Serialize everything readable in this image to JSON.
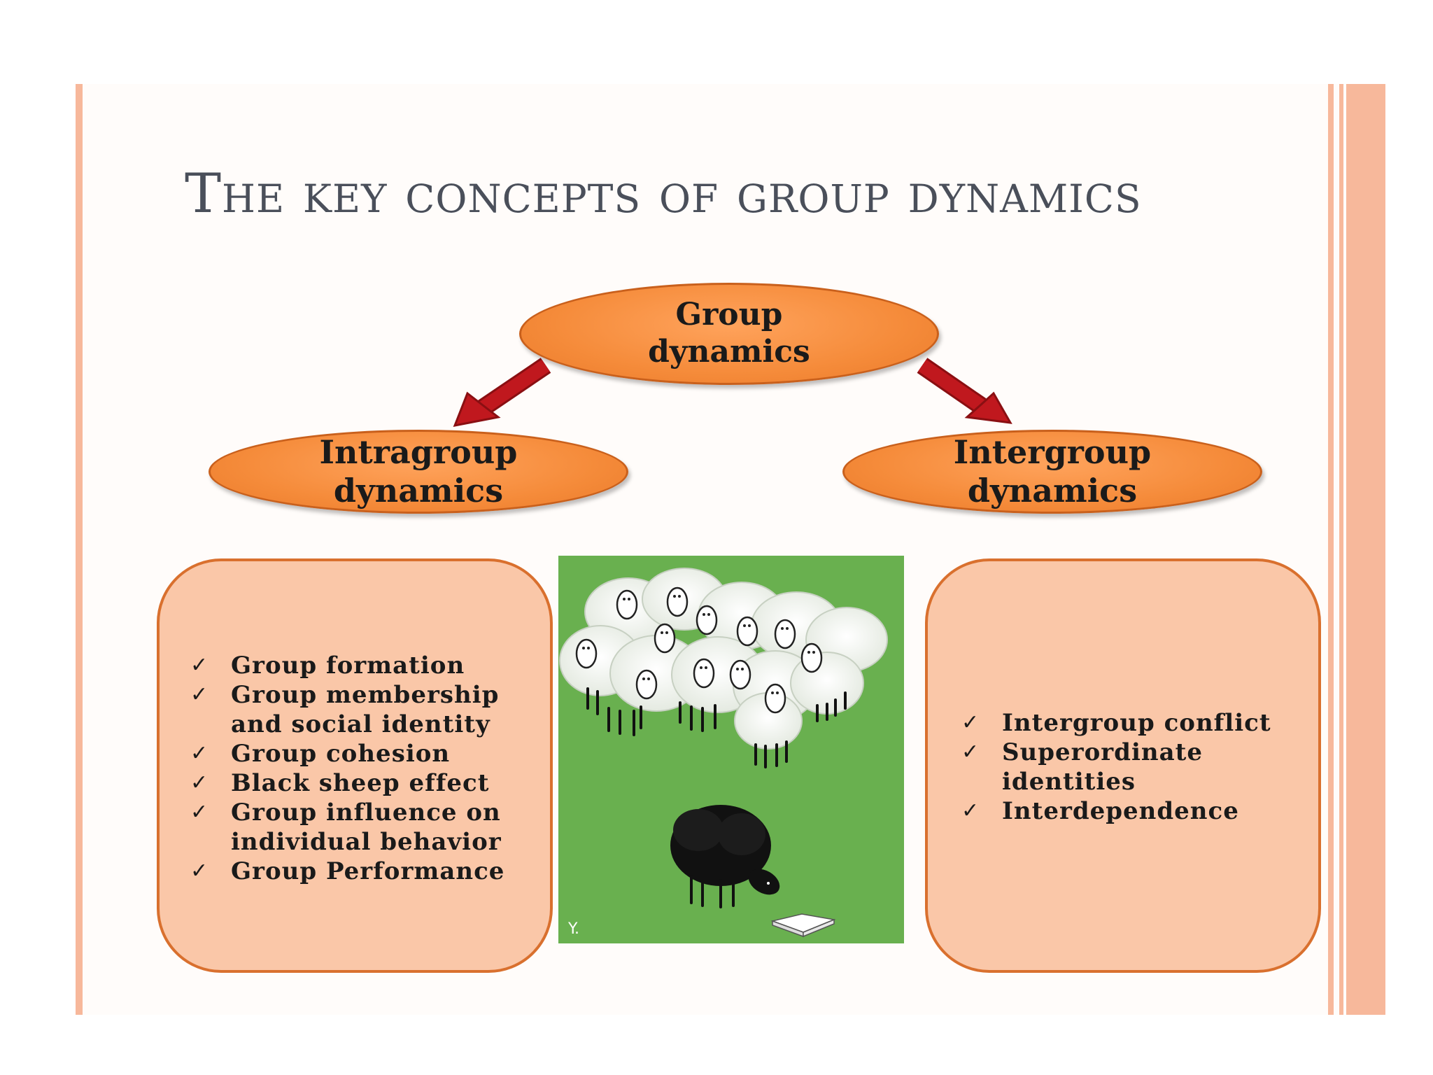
{
  "slide": {
    "title": "The key concepts of group dynamics",
    "colors": {
      "accent_stripe": "#f7b89b",
      "ellipse_fill": "#f58b3a",
      "box_fill": "#fac7a8",
      "box_border": "#d9702e",
      "arrow": "#c0181e",
      "illustration_bg": "#69b04f"
    }
  },
  "diagram": {
    "root": {
      "label": "Group\ndynamics"
    },
    "left": {
      "label": "Intragroup\ndynamics",
      "items": [
        "Group formation",
        "Group membership\nand social identity",
        "Group cohesion",
        "Black sheep effect",
        "Group influence on\nindividual behavior",
        "Group Performance"
      ]
    },
    "right": {
      "label": "Intergroup\ndynamics",
      "items": [
        "Intergroup conflict",
        "Superordinate\nidentities",
        "Interdependence"
      ]
    },
    "check_glyph": "✓"
  },
  "illustration": {
    "description_icon": "sheep-flock-illustration",
    "signature": "Y."
  }
}
